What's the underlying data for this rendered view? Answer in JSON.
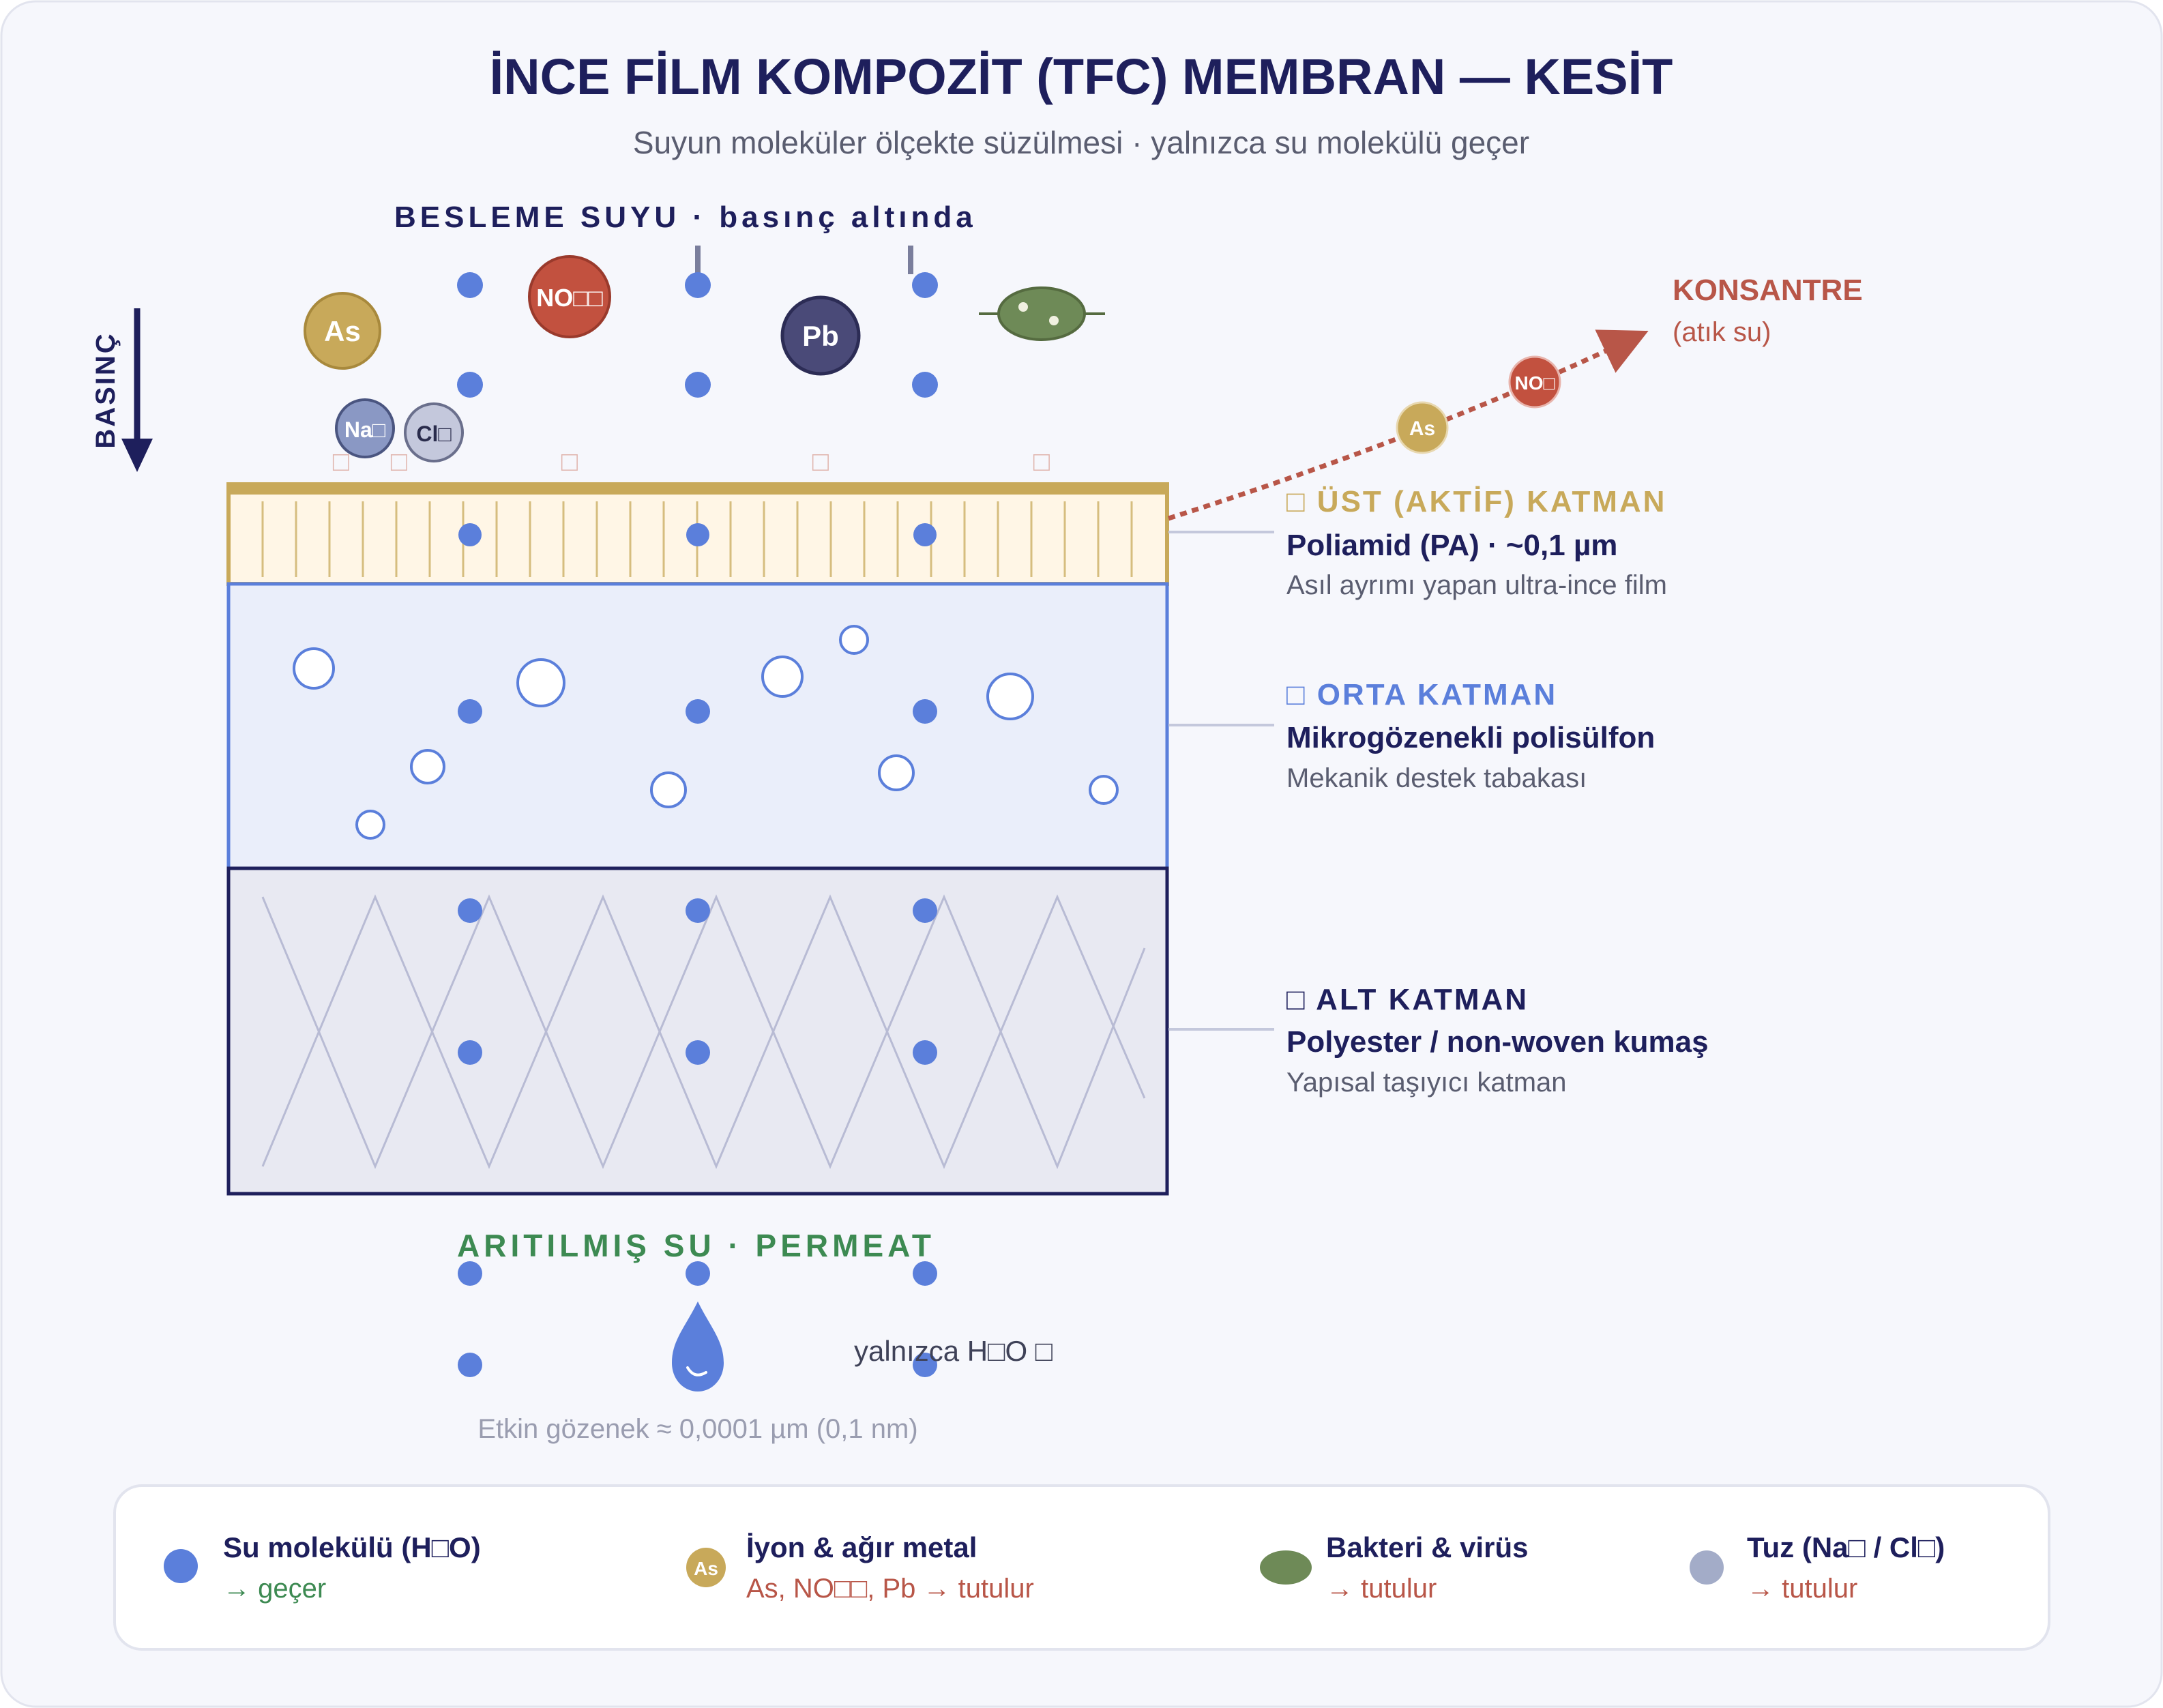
{
  "title": "İNCE FİLM KOMPOZİT (TFC) MEMBRAN — KESİT",
  "subtitle": "Suyun moleküler ölçekte süzülmesi · yalnızca su molekülü geçer",
  "feed_label": "BESLEME SUYU · basınç altında",
  "pressure_label": "BASINÇ",
  "particles": {
    "arsenic": "As",
    "nitrate": "NO□□",
    "lead": "Pb",
    "sodium": "Na□",
    "chloride": "Cl□",
    "blocked_mark": "□"
  },
  "concentrate": {
    "title": "KONSANTRE",
    "subtitle": "(atık su)",
    "as_label": "As",
    "no_label": "NO□"
  },
  "layers": {
    "top": {
      "heading": "□ ÜST (AKTİF) KATMAN",
      "material": "Poliamid (PA) · ~0,1 µm",
      "description": "Asıl ayrımı yapan ultra-ince film"
    },
    "middle": {
      "heading": "□ ORTA KATMAN",
      "material": "Mikrogözenekli polisülfon",
      "description": "Mekanik destek tabakası"
    },
    "bottom": {
      "heading": "□ ALT KATMAN",
      "material": "Polyester / non-woven kumaş",
      "description": "Yapısal taşıyıcı katman"
    }
  },
  "permeate": {
    "title": "ARITILMIŞ SU · PERMEAT",
    "note": "yalnızca H□O □",
    "pore_size": "Etkin gözenek ≈ 0,0001 µm (0,1 nm)"
  },
  "legend": [
    {
      "title": "Su molekülü (H□O)",
      "result": "→ geçer",
      "icon": "water-molecule"
    },
    {
      "title": "İyon & ağır metal",
      "result": "As, NO□□, Pb → tutulur",
      "icon": "heavy-metal",
      "icon_text": "As"
    },
    {
      "title": "Bakteri & virüs",
      "result": "→ tutulur",
      "icon": "bacteria"
    },
    {
      "title": "Tuz (Na□ / Cl□)",
      "result": "→ tutulur",
      "icon": "salt-ion"
    }
  ],
  "colors": {
    "navy": "#1e1f5c",
    "water": "#5b7fdb",
    "gold": "#c8a95a",
    "red": "#b85648",
    "green": "#3d8a52",
    "olive": "#6e8a57",
    "gray_text": "#5a5d70",
    "blocked_mark": "#e0b4ac"
  }
}
